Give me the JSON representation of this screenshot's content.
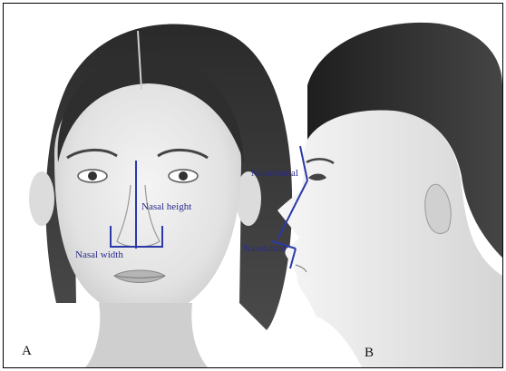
{
  "panels": {
    "a": "A",
    "b": "B"
  },
  "annotations": {
    "nasal_height": "Nasal height",
    "nasal_width": "Nasal width",
    "nasofrontal": "Nasofrontal",
    "nasolabial": "Nasolabial"
  },
  "colors": {
    "annotation_line": "#2b3aa8",
    "annotation_text": "#2a2a8c",
    "border": "#000000"
  }
}
